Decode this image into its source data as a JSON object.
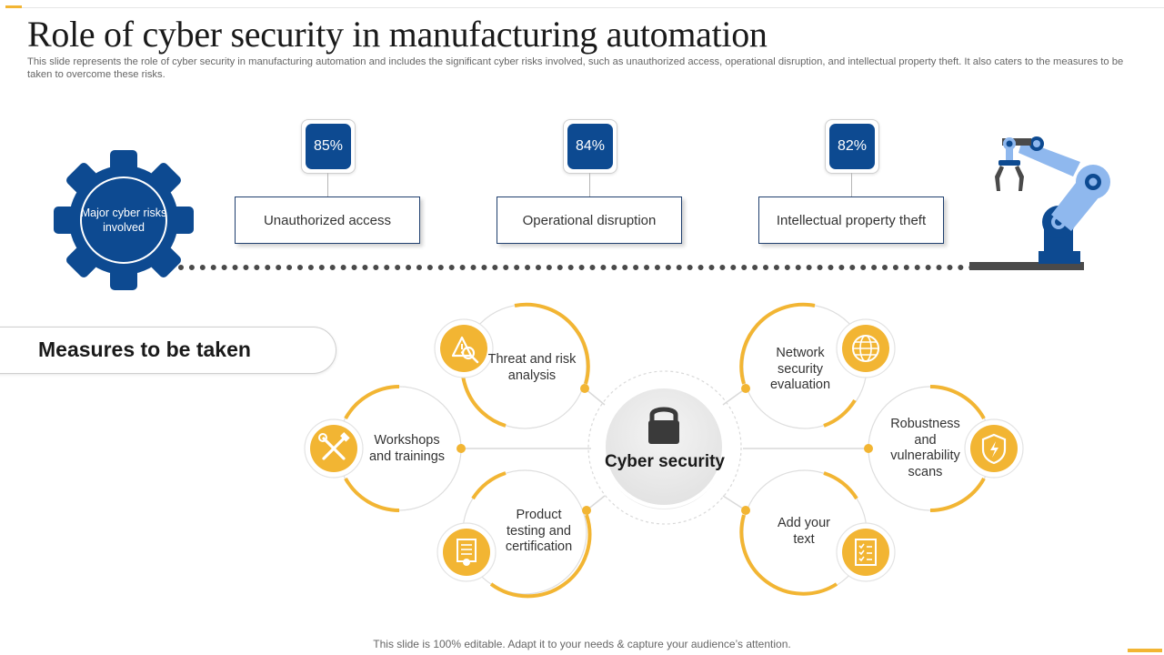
{
  "slide": {
    "title": "Role of cyber security in manufacturing automation",
    "subtitle": "This slide represents the role of cyber security in manufacturing automation and includes the significant cyber risks involved, such as unauthorized access, operational disruption, and intellectual property theft. It also caters to the measures to be taken to overcome these risks.",
    "footer": "This slide is 100% editable. Adapt it to your needs & capture your audience’s attention."
  },
  "colors": {
    "navy": "#0d4a91",
    "accent": "#f2b533",
    "robot": "#8fb8ee",
    "dark": "#4a4a4a"
  },
  "risks": {
    "hub_label": "Major cyber risks involved",
    "items": [
      {
        "percent": "85%",
        "label": "Unauthorized access"
      },
      {
        "percent": "84%",
        "label": "Operational disruption"
      },
      {
        "percent": "82%",
        "label": "Intellectual property theft"
      }
    ]
  },
  "measures": {
    "heading": "Measures to be taken",
    "center_label": "Cyber security",
    "center_icon": "lock-icon",
    "items": [
      {
        "label": "Threat and risk analysis",
        "icon": "warning-search-icon"
      },
      {
        "label": "Workshops and trainings",
        "icon": "tools-icon"
      },
      {
        "label": "Product testing and certification",
        "icon": "certificate-icon"
      },
      {
        "label": "Network security evaluation",
        "icon": "globe-icon"
      },
      {
        "label": "Robustness and vulnerability scans",
        "icon": "shield-icon"
      },
      {
        "label": "Add your text",
        "icon": "checklist-icon"
      }
    ]
  }
}
